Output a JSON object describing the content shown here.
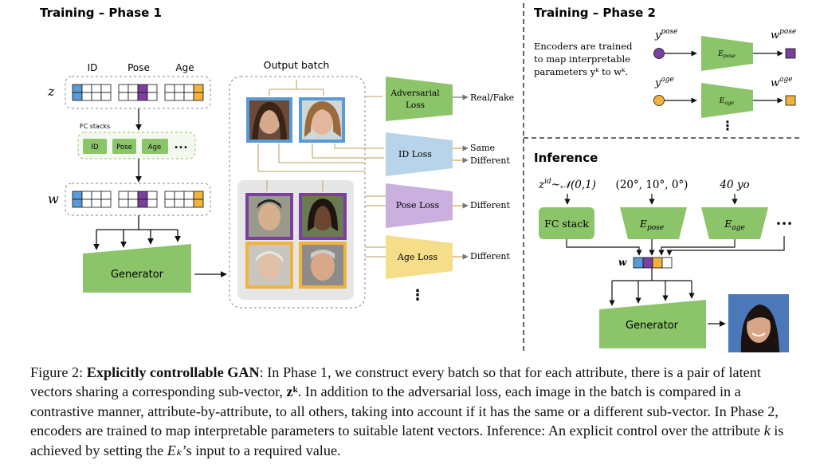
{
  "phase1": {
    "title": "Training – Phase 1",
    "col_labels": [
      "ID",
      "Pose",
      "Age"
    ],
    "z_label": "z",
    "w_label": "w",
    "fc_stacks_label": "FC stacks",
    "fc_items": [
      "ID",
      "Pose",
      "Age",
      "•••"
    ],
    "generator_label": "Generator",
    "output_batch_label": "Output batch",
    "losses": [
      {
        "label": "Adversarial\nLoss",
        "color": "#8cc46a",
        "outputs": [
          "Real/Fake"
        ]
      },
      {
        "label": "ID Loss",
        "color": "#b8d4ea",
        "outputs": [
          "Same",
          "Different"
        ]
      },
      {
        "label": "Pose Loss",
        "color": "#c9b0df",
        "outputs": [
          "Different"
        ]
      },
      {
        "label": "Age Loss",
        "color": "#f5dd8a",
        "outputs": [
          "Different"
        ]
      }
    ],
    "more_dots": "⋮"
  },
  "phase2": {
    "title": "Training – Phase 2",
    "text_lines": [
      "Encoders are trained",
      "to map interpretable",
      "parameters yᵏ to wᵏ."
    ],
    "rows": [
      {
        "input": "y",
        "input_sup": "pose",
        "encoder": "E",
        "encoder_sub": "pose",
        "output": "w",
        "output_sup": "pose",
        "in_color": "#7b3fa0",
        "out_color": "#7b3fa0"
      },
      {
        "input": "y",
        "input_sup": "age",
        "encoder": "E",
        "encoder_sub": "age",
        "output": "w",
        "output_sup": "age",
        "in_color": "#f2b33d",
        "out_color": "#f2b33d"
      }
    ],
    "more_dots": "⋮"
  },
  "inference": {
    "title": "Inference",
    "inputs": [
      {
        "text": "z",
        "sup": "id",
        "rest": "~𝒩(0,1)"
      },
      {
        "text": "(20°, 10°, 0°)"
      },
      {
        "text": "40 yo"
      }
    ],
    "fc_stack_label": "FC stack",
    "enc_pose": {
      "main": "E",
      "sub": "pose"
    },
    "enc_age": {
      "main": "E",
      "sub": "age"
    },
    "more_dots": "•••",
    "w_label": "w",
    "generator_label": "Generator"
  },
  "colors": {
    "green": "#8cc46a",
    "blue": "#5b9bd5",
    "purple": "#7b3fa0",
    "orange": "#f2b33d",
    "tan": "#c8b27e"
  },
  "caption": {
    "fig_label": "Figure 2: ",
    "bold": "Explicitly controllable GAN",
    "part1": ": In Phase 1, we construct every batch so that for each attribute, there is a pair of latent vectors sharing a corresponding sub-vector, ",
    "zk": "zᵏ",
    "part2": ". In addition to the adversarial loss, each image in the batch is compared in a contrastive manner, attribute-by-attribute, to all others, taking into account if it has the same or a different sub-vector. In Phase 2, encoders are trained to map interpretable parameters to suitable latent vectors. Inference: An explicit control over the attribute ",
    "k": "k",
    "part3": " is achieved by setting the ",
    "ek": "Eₖ",
    "part4": "’s input to a required value."
  }
}
